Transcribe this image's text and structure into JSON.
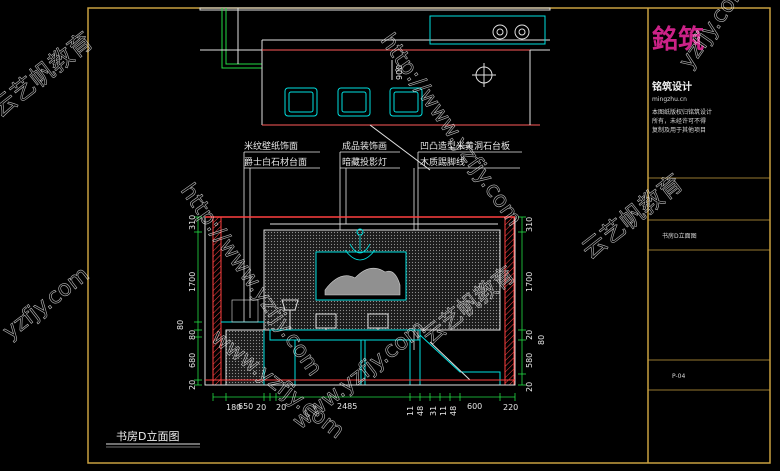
{
  "drawing": {
    "title": "书房D立面图",
    "page_number": "P-04"
  },
  "labels": {
    "material_left_1": "米纹壁纸饰面",
    "material_left_2": "爵士白石材台面",
    "material_mid_1": "成品装饰画",
    "material_mid_2": "暗藏投影灯",
    "material_right_1": "凹凸造型米黄洞石台板",
    "material_right_2": "木质踢脚线"
  },
  "dimensions": {
    "bottom": [
      "180",
      "650",
      "20",
      "20",
      "2485",
      "11",
      "48",
      "31",
      "11",
      "48",
      "600",
      "220"
    ],
    "left": [
      "310",
      "1700",
      "80",
      "80",
      "680",
      "20"
    ],
    "right": [
      "310",
      "1700",
      "20",
      "580",
      "80",
      "20"
    ],
    "plan": "900"
  },
  "title_block": {
    "logo_text": "銘筑",
    "company": "铭筑设计",
    "site": "mingzhu.cn",
    "note_lines": [
      "本图纸版权归铭筑设计",
      "所有，未经许可不得",
      "复制及用于其他项目"
    ],
    "drawing_name": "书房D立面图"
  },
  "watermarks": [
    "http://www.yzfjy.com",
    "云艺帆教育",
    "www.yzfjy.com",
    "yzfjy.com"
  ]
}
